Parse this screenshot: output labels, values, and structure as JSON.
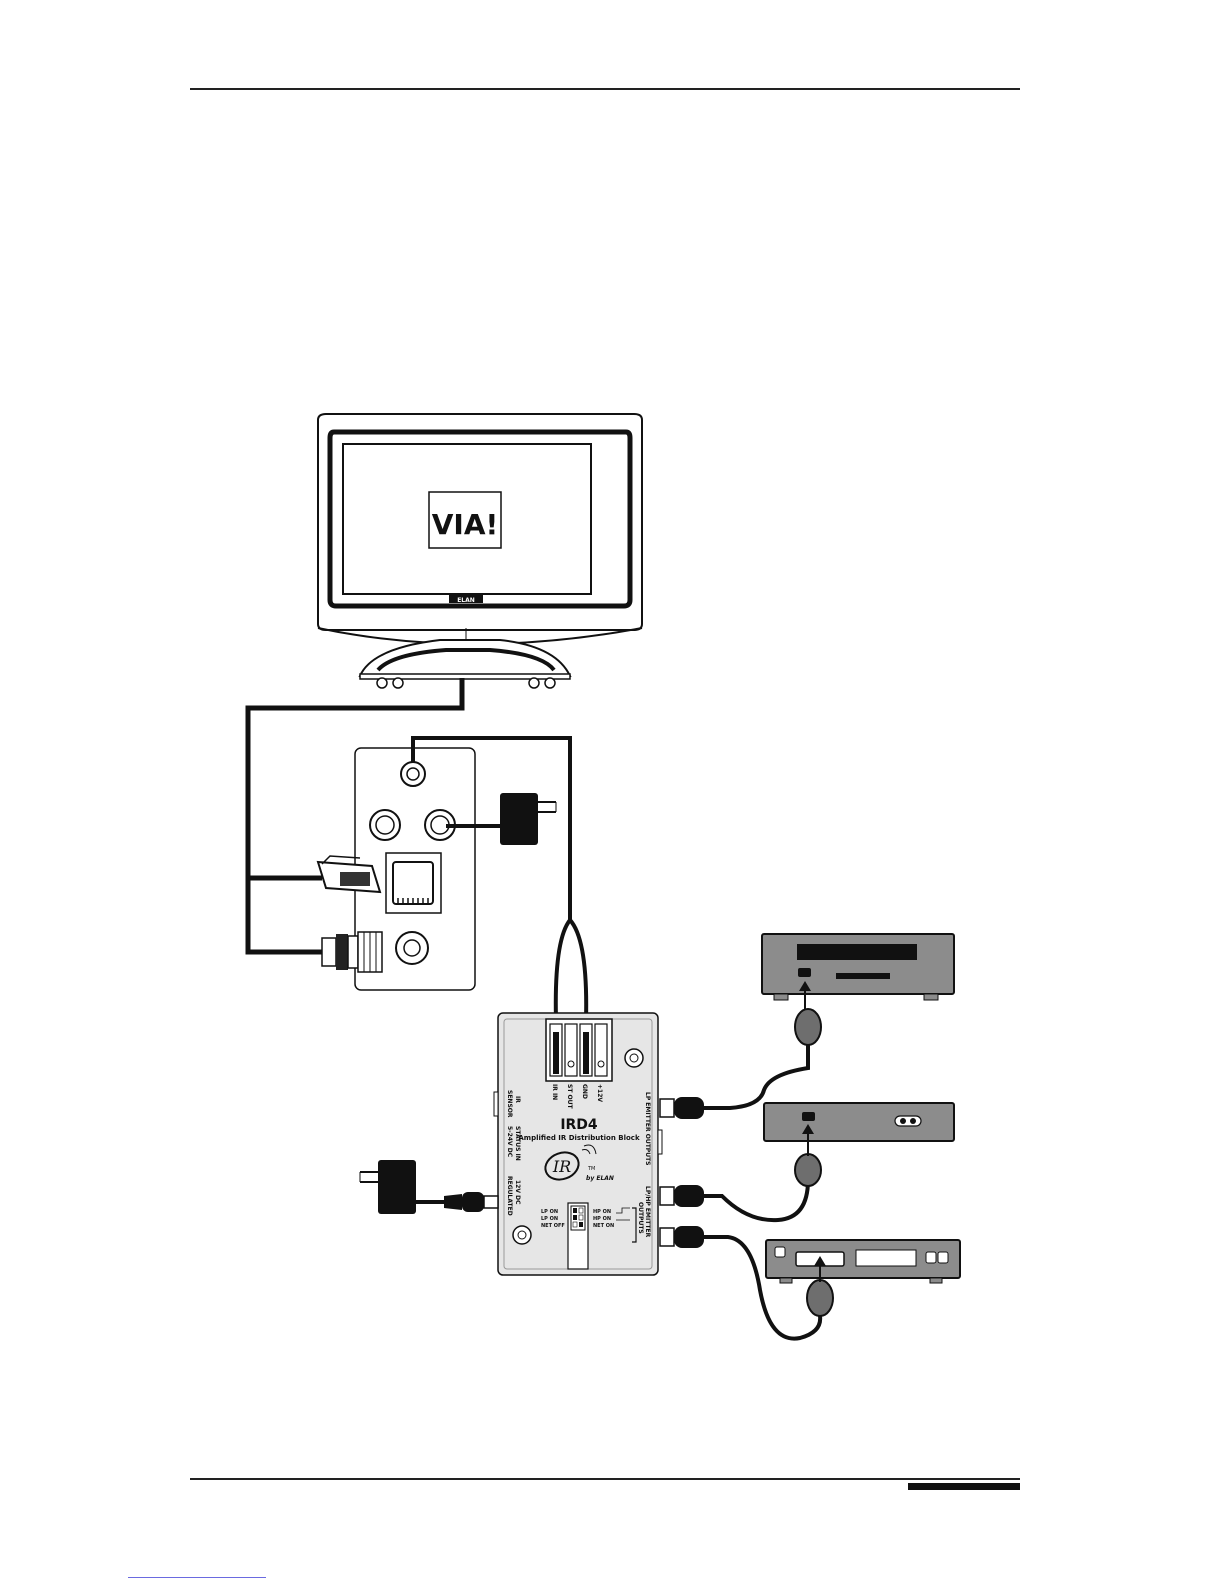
{
  "screen": {
    "logo": "VIA!",
    "brand": "ELAN"
  },
  "ird4": {
    "title": "IRD4",
    "subtitle": "Amplified IR Distribution Block",
    "logo_text": "IR",
    "by_text": "by ELAN",
    "tm": "TM",
    "terminals": [
      "IR IN",
      "ST OUT",
      "GND",
      "+12V"
    ],
    "left_labels": [
      "IR",
      "SENSOR",
      "STATUS IN",
      "5-24V DC",
      "12V DC",
      "REGULATED"
    ],
    "right_labels": [
      "LP EMITTER OUTPUTS",
      "LP/HP EMITTER",
      "OUTPUTS"
    ],
    "dip_left": [
      "LP ON",
      "LP ON",
      "NET OFF"
    ],
    "dip_right": [
      "HP ON",
      "HP ON",
      "NET ON"
    ]
  },
  "colors": {
    "line": "#111111",
    "device_fill": "#8c8c8c",
    "ird_fill": "#e6e6e6",
    "emitter": "#6e6e6e"
  }
}
